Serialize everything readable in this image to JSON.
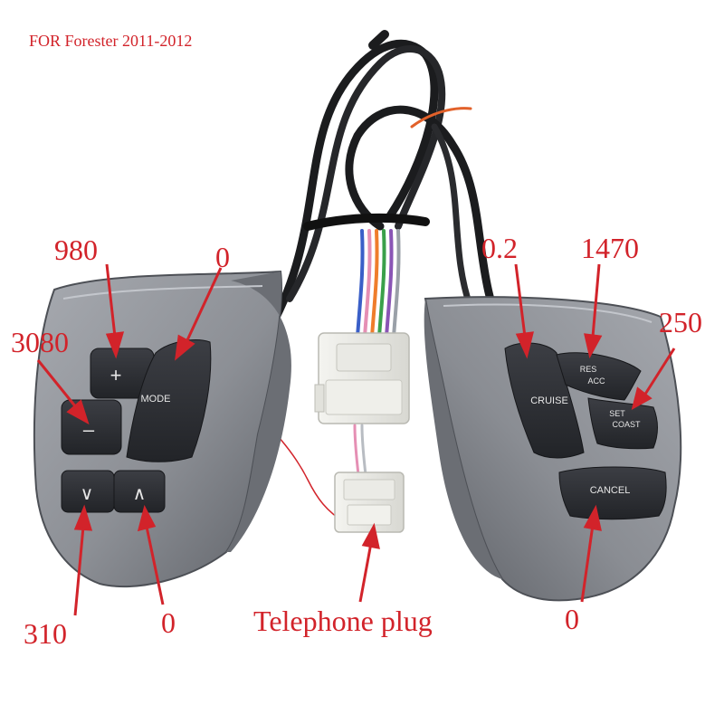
{
  "title": "FOR Forester 2011-2012",
  "colors": {
    "label": "#d2232a",
    "housing": "#8d9096",
    "button": "#2f3136",
    "cable": "#1b1c1e"
  },
  "left_pad": {
    "buttons": {
      "plus": "+",
      "minus": "–",
      "mode": "MODE",
      "down": "∨",
      "up": "∧"
    },
    "values": {
      "plus": "980",
      "mode": "0",
      "minus": "3080",
      "down": "310",
      "up": "0"
    }
  },
  "right_pad": {
    "buttons": {
      "cruise": "CRUISE",
      "res_acc_top": "RES",
      "res_acc_bottom": "ACC",
      "set_coast_top": "SET",
      "set_coast_bottom": "COAST",
      "cancel": "CANCEL"
    },
    "values": {
      "cruise": "0.2",
      "res_acc": "1470",
      "set_coast": "250",
      "cancel": "0"
    }
  },
  "connector_label": "Telephone plug"
}
